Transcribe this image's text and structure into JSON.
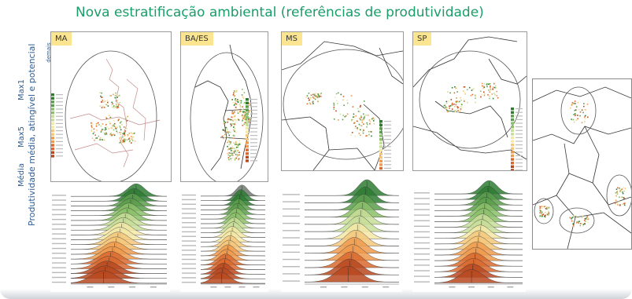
{
  "title": "Nova estratificação ambiental (referências de produtividade)",
  "side_labels": {
    "demais_metricas": "demais métricas",
    "max1": "Max1",
    "max5": "Max5",
    "media": "Média",
    "produtividade": "Produtividade média, atingível e potencial"
  },
  "panels": [
    {
      "id": "ma",
      "label": "MA",
      "n_rows": 19
    },
    {
      "id": "ba",
      "label": "BA/ES",
      "n_rows": 20
    },
    {
      "id": "ms",
      "label": "MS",
      "n_rows": 13
    },
    {
      "id": "sp",
      "label": "SP",
      "n_rows": 17
    }
  ],
  "colors": {
    "title": "#1a9d6a",
    "side_text": "#2f5d94",
    "tag_bg": "#fbe590",
    "palette": [
      "#2e7d32",
      "#5a9e4b",
      "#8bbf6a",
      "#c7dd98",
      "#f3e8a6",
      "#f5c77a",
      "#ee9a4d",
      "#d9692e",
      "#b8481f"
    ]
  }
}
